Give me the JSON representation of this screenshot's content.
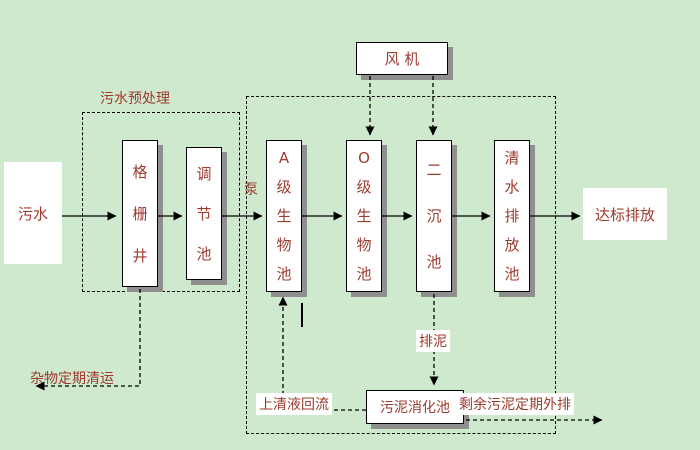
{
  "colors": {
    "background": "#cfe9cf",
    "box_fill": "#ffffff",
    "box_border": "#000000",
    "box_shadow": "#8f8f8f",
    "label_text": "#9d3b2d",
    "line": "#000000"
  },
  "labels": {
    "influent": "污水",
    "pretreatment_title": "污水预处理",
    "grid_well": "格栅井",
    "regulating_tank": "调节池",
    "pump": "泵",
    "tank_a": "A级生物池",
    "tank_o": "O级生物池",
    "secondary_tank": "二沉池",
    "clearwater_tank": "清水排放池",
    "fan": "风 机",
    "effluent": "达标排放",
    "sludge_digestion_tank": "污泥消化池",
    "sludge_discharge": "排泥",
    "supernatant_return": "上清液回流",
    "excess_sludge_out": "剩余污泥定期外排",
    "debris_removal": "杂物定期清运"
  },
  "connections": [
    {
      "from": "污水",
      "to": "格栅井",
      "style": "solid"
    },
    {
      "from": "格栅井",
      "to": "调节池",
      "style": "solid"
    },
    {
      "from": "调节池",
      "to": "A级生物池",
      "style": "solid",
      "label": "泵"
    },
    {
      "from": "A级生物池",
      "to": "O级生物池",
      "style": "solid"
    },
    {
      "from": "O级生物池",
      "to": "二沉池",
      "style": "solid"
    },
    {
      "from": "二沉池",
      "to": "清水排放池",
      "style": "solid"
    },
    {
      "from": "清水排放池",
      "to": "达标排放",
      "style": "solid"
    },
    {
      "from": "风机",
      "to": "O级生物池",
      "style": "dashed"
    },
    {
      "from": "风机",
      "to": "二沉池",
      "style": "dashed"
    },
    {
      "from": "二沉池",
      "to": "污泥消化池",
      "style": "dashed",
      "label": "排泥"
    },
    {
      "from": "污泥消化池",
      "to": "A级生物池",
      "style": "dashed",
      "label": "上清液回流"
    },
    {
      "from": "污泥消化池",
      "to": "外排",
      "style": "dashed",
      "label": "剩余污泥定期外排"
    },
    {
      "from": "格栅井",
      "to": "清运",
      "style": "dashed",
      "label": "杂物定期清运"
    }
  ]
}
